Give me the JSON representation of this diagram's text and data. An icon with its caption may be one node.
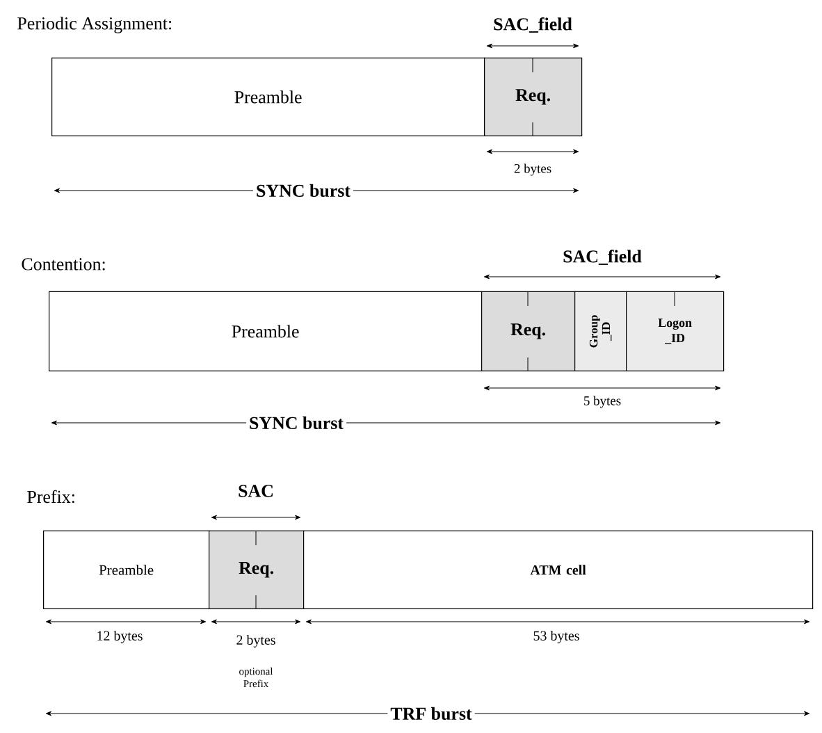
{
  "diagram": {
    "nodes": [
      {
        "text": [
          "Preamble"
        ]
      },
      {
        "text": [
          "Req."
        ]
      },
      {
        "text": [
          "Preamble"
        ]
      },
      {
        "text": [
          "Req."
        ]
      },
      {
        "text": [
          "Group _ID"
        ]
      },
      {
        "text": [
          "Logon _ID"
        ]
      },
      {
        "text": [
          "Preamble"
        ]
      },
      {
        "text": [
          "Req."
        ]
      },
      {
        "text": [
          "ATM cell"
        ]
      }
    ],
    "labels": [
      "Periodic Assignment:",
      "SAC_field",
      "2 bytes",
      "SYNC burst",
      "Contention:",
      "SAC_field",
      "5 bytes",
      "SYNC burst",
      "Prefix:",
      "SAC",
      "12 bytes",
      "2 bytes",
      "optional Prefix",
      "53 bytes",
      "TRF burst"
    ]
  }
}
